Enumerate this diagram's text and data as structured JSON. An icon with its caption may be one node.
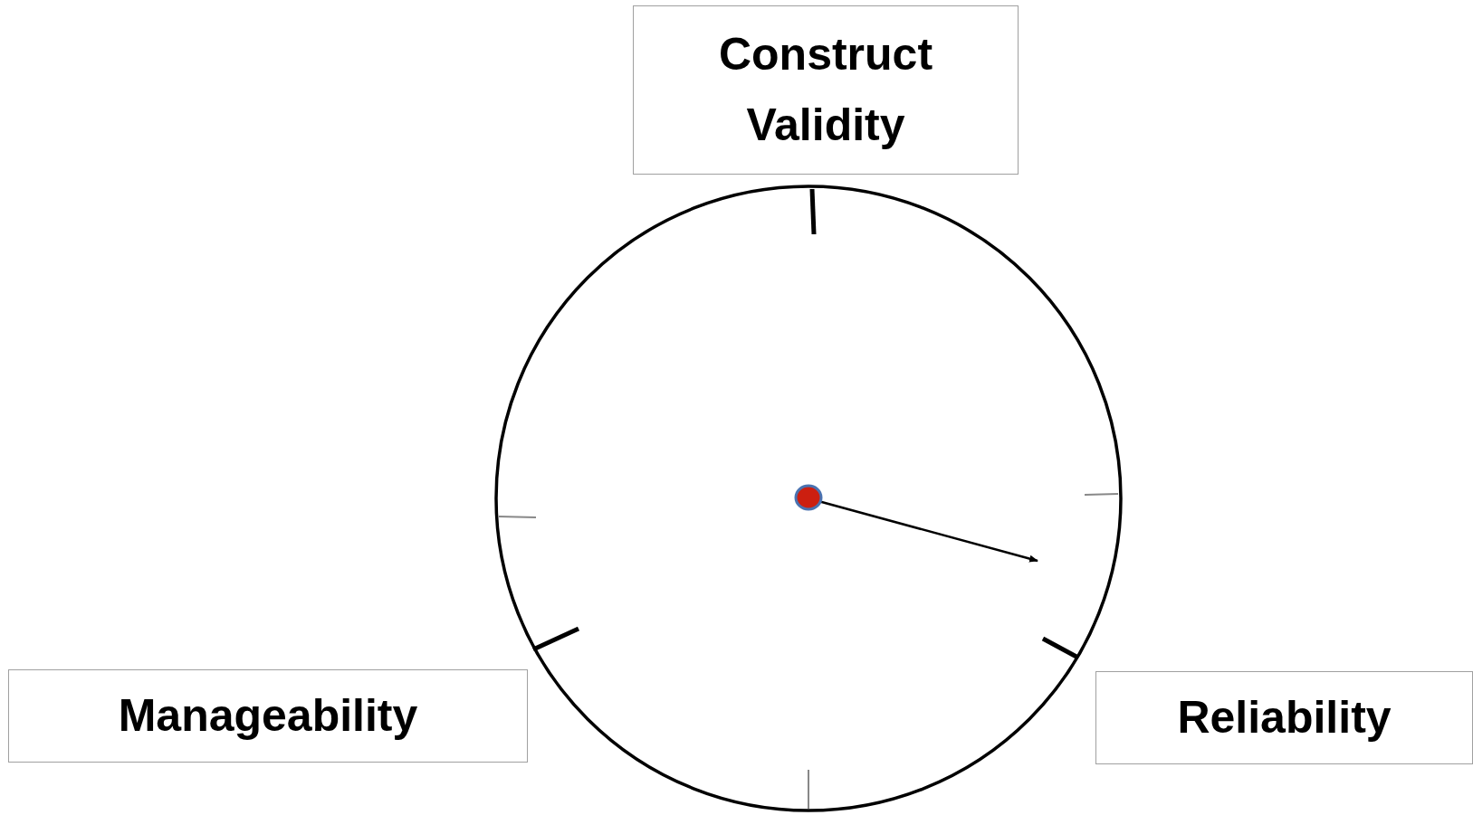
{
  "diagram": {
    "nodes": [
      {
        "text": [
          "Construct Validity"
        ]
      },
      {
        "text": [
          "Manageability"
        ]
      },
      {
        "text": [
          "Reliability"
        ]
      }
    ]
  }
}
